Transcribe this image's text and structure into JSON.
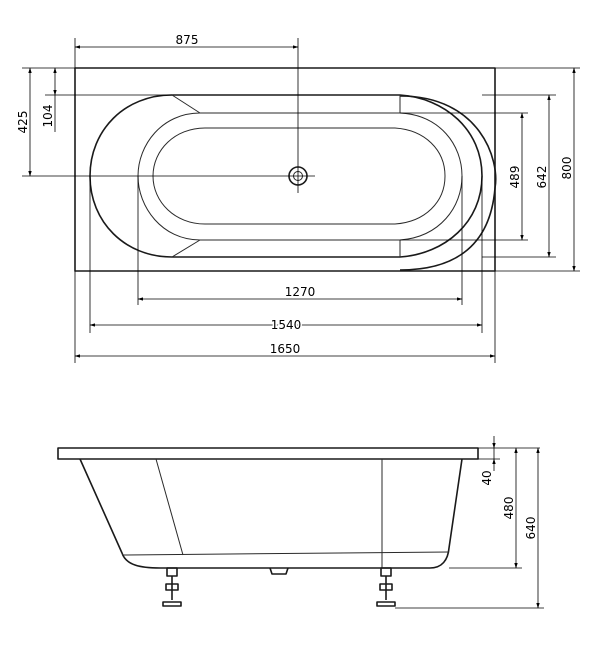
{
  "top_view": {
    "dimensions": {
      "drain_offset_horizontal": "875",
      "drain_offset_vertical": "425",
      "rim_inset": "104",
      "inner_width": "489",
      "bowl_width": "642",
      "overall_width": "800",
      "inner_length": "1270",
      "bowl_length": "1540",
      "overall_length": "1650"
    }
  },
  "side_view": {
    "dimensions": {
      "rim_thickness": "40",
      "tub_depth": "480",
      "total_height": "640"
    }
  }
}
